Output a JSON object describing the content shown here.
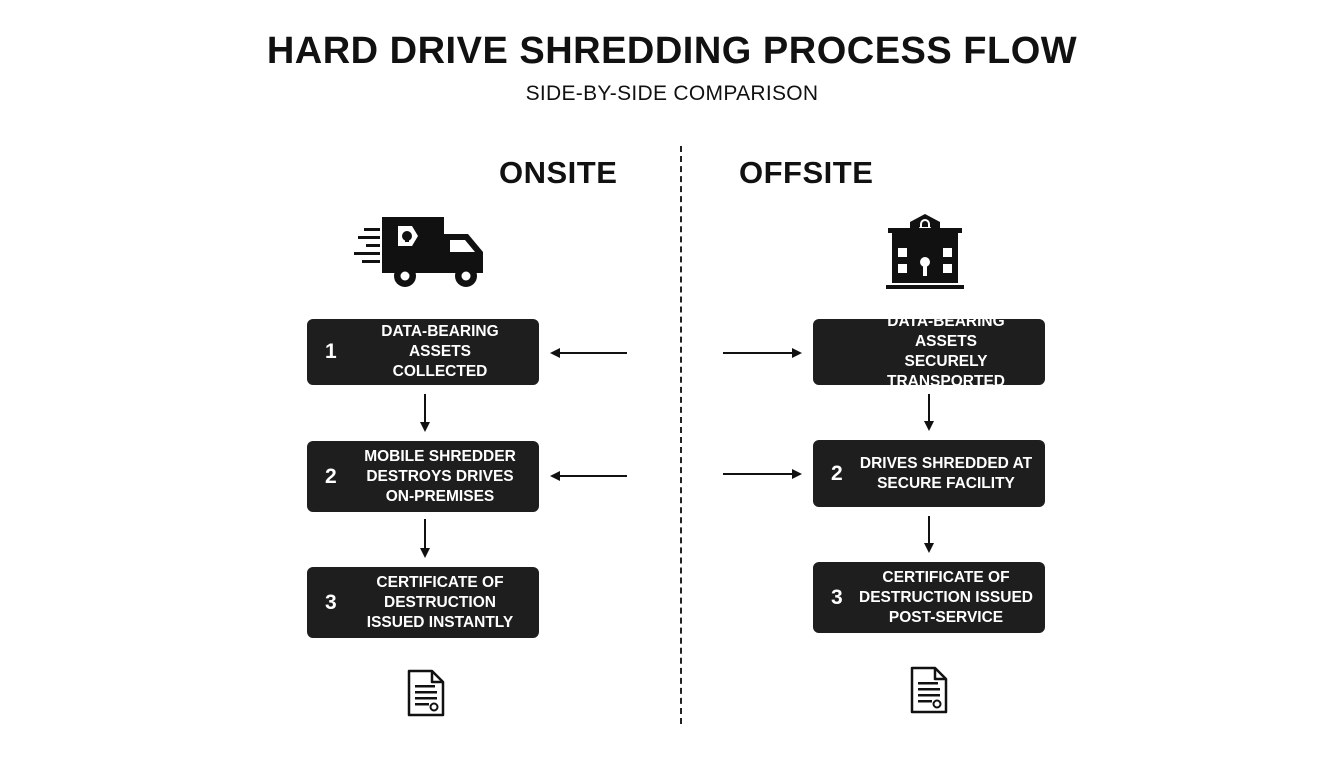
{
  "title": "HARD DRIVE SHREDDING PROCESS FLOW",
  "subtitle": "SIDE-BY-SIDE COMPARISON",
  "onsite": {
    "heading": "ONSITE",
    "icon": "truck-icon",
    "end_icon": "document-icon",
    "steps": [
      {
        "number": "1",
        "text": "DATA-BEARING ASSETS\nCOLLECTED"
      },
      {
        "number": "2",
        "text": "MOBILE SHREDDER\nDESTROYS DRIVES\nON-PREMISES"
      },
      {
        "number": "3",
        "text": "CERTIFICATE OF\nDESTRUCTION\nISSUED INSTANTLY"
      }
    ]
  },
  "offsite": {
    "heading": "OFFSITE",
    "icon": "secure-facility-icon",
    "end_icon": "document-icon",
    "steps": [
      {
        "number": "",
        "text": "DATA-BEARING ASSETS\nSECURELY TRANSPORTED"
      },
      {
        "number": "2",
        "text": "DRIVES SHREDDED AT\nSECURE FACILITY"
      },
      {
        "number": "3",
        "text": "CERTIFICATE OF\nDESTRUCTION ISSUED\nPOST-SERVICE"
      }
    ]
  },
  "colors": {
    "box_fill": "#1e1e1e",
    "box_text": "#ffffff",
    "ink": "#111111",
    "background": "#ffffff"
  }
}
